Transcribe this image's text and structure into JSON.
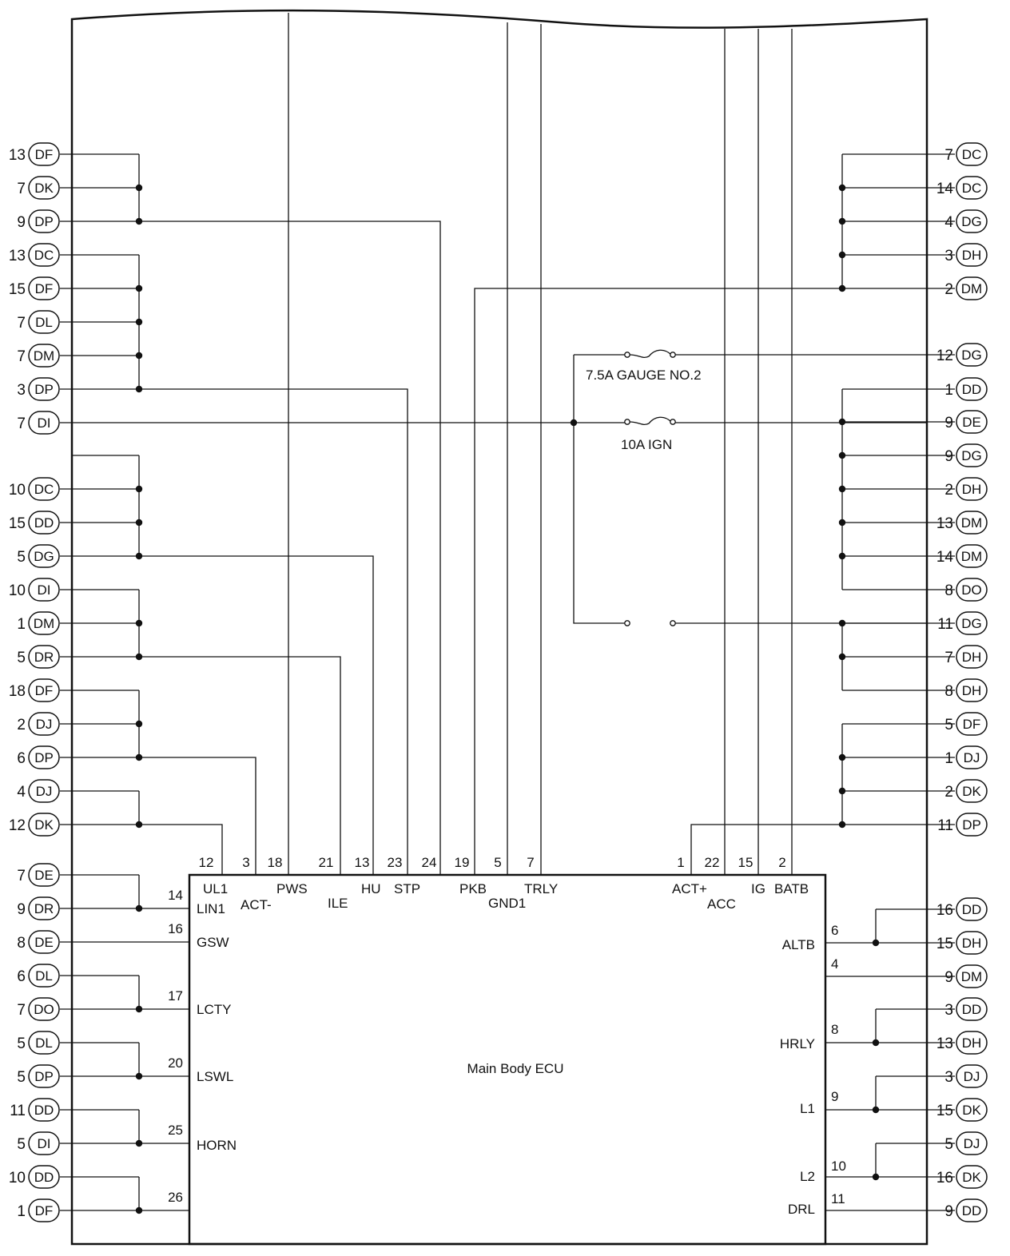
{
  "ecu": {
    "name": "Main Body ECU",
    "top_pins": [
      {
        "num": "12",
        "sig": "UL1"
      },
      {
        "num": "3",
        "sig": "ACT-"
      },
      {
        "num": "18",
        "sig": "PWS"
      },
      {
        "num": "21",
        "sig": "ILE"
      },
      {
        "num": "13",
        "sig": "HU"
      },
      {
        "num": "23",
        "sig": "STP"
      },
      {
        "num": "24",
        "sig": ""
      },
      {
        "num": "19",
        "sig": "PKB"
      },
      {
        "num": "5",
        "sig": "GND1"
      },
      {
        "num": "7",
        "sig": "TRLY"
      },
      {
        "num": "1",
        "sig": "ACT+"
      },
      {
        "num": "22",
        "sig": "ACC"
      },
      {
        "num": "15",
        "sig": "IG"
      },
      {
        "num": "2",
        "sig": "BATB"
      }
    ],
    "left_pins": [
      {
        "num": "14",
        "sig": "LIN1"
      },
      {
        "num": "16",
        "sig": "GSW"
      },
      {
        "num": "17",
        "sig": "LCTY"
      },
      {
        "num": "20",
        "sig": "LSWL"
      },
      {
        "num": "25",
        "sig": "HORN"
      },
      {
        "num": "26",
        "sig": ""
      }
    ],
    "right_pins": [
      {
        "num": "6",
        "sig": "ALTB"
      },
      {
        "num": "4",
        "sig": ""
      },
      {
        "num": "8",
        "sig": "HRLY"
      },
      {
        "num": "9",
        "sig": "L1"
      },
      {
        "num": "10",
        "sig": "L2"
      },
      {
        "num": "11",
        "sig": "DRL"
      }
    ]
  },
  "fuses": {
    "gauge": "7.5A GAUGE NO.2",
    "ign": "10A IGN"
  },
  "left_connectors": [
    {
      "num": "13",
      "code": "DF"
    },
    {
      "num": "7",
      "code": "DK"
    },
    {
      "num": "9",
      "code": "DP"
    },
    {
      "num": "13",
      "code": "DC"
    },
    {
      "num": "15",
      "code": "DF"
    },
    {
      "num": "7",
      "code": "DL"
    },
    {
      "num": "7",
      "code": "DM"
    },
    {
      "num": "3",
      "code": "DP"
    },
    {
      "num": "7",
      "code": "DI"
    },
    {
      "num": "10",
      "code": "DC"
    },
    {
      "num": "15",
      "code": "DD"
    },
    {
      "num": "5",
      "code": "DG"
    },
    {
      "num": "10",
      "code": "DI"
    },
    {
      "num": "1",
      "code": "DM"
    },
    {
      "num": "5",
      "code": "DR"
    },
    {
      "num": "18",
      "code": "DF"
    },
    {
      "num": "2",
      "code": "DJ"
    },
    {
      "num": "6",
      "code": "DP"
    },
    {
      "num": "4",
      "code": "DJ"
    },
    {
      "num": "12",
      "code": "DK"
    },
    {
      "num": "7",
      "code": "DE"
    },
    {
      "num": "9",
      "code": "DR"
    },
    {
      "num": "8",
      "code": "DE"
    },
    {
      "num": "6",
      "code": "DL"
    },
    {
      "num": "7",
      "code": "DO"
    },
    {
      "num": "5",
      "code": "DL"
    },
    {
      "num": "5",
      "code": "DP"
    },
    {
      "num": "11",
      "code": "DD"
    },
    {
      "num": "5",
      "code": "DI"
    },
    {
      "num": "10",
      "code": "DD"
    },
    {
      "num": "1",
      "code": "DF"
    }
  ],
  "right_connectors": [
    {
      "num": "7",
      "code": "DC"
    },
    {
      "num": "14",
      "code": "DC"
    },
    {
      "num": "4",
      "code": "DG"
    },
    {
      "num": "3",
      "code": "DH"
    },
    {
      "num": "2",
      "code": "DM"
    },
    {
      "num": "12",
      "code": "DG"
    },
    {
      "num": "1",
      "code": "DD"
    },
    {
      "num": "9",
      "code": "DE"
    },
    {
      "num": "9",
      "code": "DG"
    },
    {
      "num": "2",
      "code": "DH"
    },
    {
      "num": "13",
      "code": "DM"
    },
    {
      "num": "14",
      "code": "DM"
    },
    {
      "num": "8",
      "code": "DO"
    },
    {
      "num": "11",
      "code": "DG"
    },
    {
      "num": "7",
      "code": "DH"
    },
    {
      "num": "8",
      "code": "DH"
    },
    {
      "num": "5",
      "code": "DF"
    },
    {
      "num": "1",
      "code": "DJ"
    },
    {
      "num": "2",
      "code": "DK"
    },
    {
      "num": "11",
      "code": "DP"
    },
    {
      "num": "16",
      "code": "DD"
    },
    {
      "num": "15",
      "code": "DH"
    },
    {
      "num": "9",
      "code": "DM"
    },
    {
      "num": "3",
      "code": "DD"
    },
    {
      "num": "13",
      "code": "DH"
    },
    {
      "num": "3",
      "code": "DJ"
    },
    {
      "num": "15",
      "code": "DK"
    },
    {
      "num": "5",
      "code": "DJ"
    },
    {
      "num": "16",
      "code": "DK"
    },
    {
      "num": "9",
      "code": "DD"
    }
  ]
}
